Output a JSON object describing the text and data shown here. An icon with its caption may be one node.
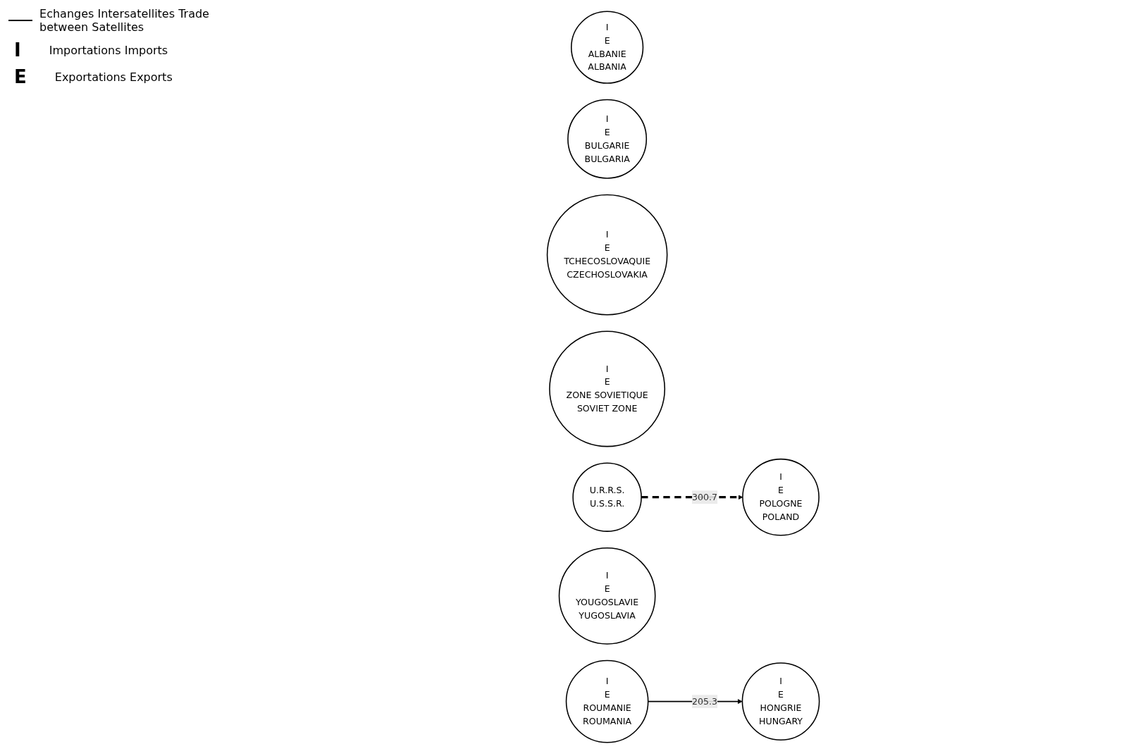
{
  "diagram": {
    "nodes": [
      {
        "text": [
          "I",
          "E",
          "ALBANIE",
          "ALBANIA"
        ]
      },
      {
        "text": [
          "I",
          "E",
          "BULGARIE",
          "BULGARIA"
        ]
      },
      {
        "text": [
          "I",
          "E",
          "TCHECOSLOVAQUIE",
          "CZECHOSLOVAKIA"
        ]
      },
      {
        "text": [
          "I",
          "E",
          "ZONE SOVIETIQUE",
          "SOVIET ZONE"
        ]
      },
      {
        "text": [
          "U.R.R.S.",
          "U.S.S.R."
        ]
      },
      {
        "text": [
          "I",
          "E",
          "HONGRIE",
          "HUNGARY"
        ]
      },
      {
        "text": [
          "I",
          "E",
          "YOUGOSLAVIE",
          "YUGOSLAVIA"
        ]
      },
      {
        "text": [
          "I",
          "E",
          "ROUMANIE",
          "ROUMANIA"
        ]
      },
      {
        "text": [
          "I",
          "E",
          "POLOGNE",
          "POLAND"
        ]
      }
    ],
    "edges": [
      {
        "from": 4,
        "to": 8,
        "arrow": "to",
        "label": "300.7",
        "style": "dashed"
      },
      {
        "from": 7,
        "to": 5,
        "arrow": "to",
        "label": "205.3"
      }
    ],
    "labels": [
      "I",
      "E"
    ],
    "legend": [
      {
        "text": "Echanges Intersatellites Trade between Satellites"
      },
      {
        "text": "Importations Imports"
      },
      {
        "text": "Exportations Exports"
      }
    ]
  }
}
